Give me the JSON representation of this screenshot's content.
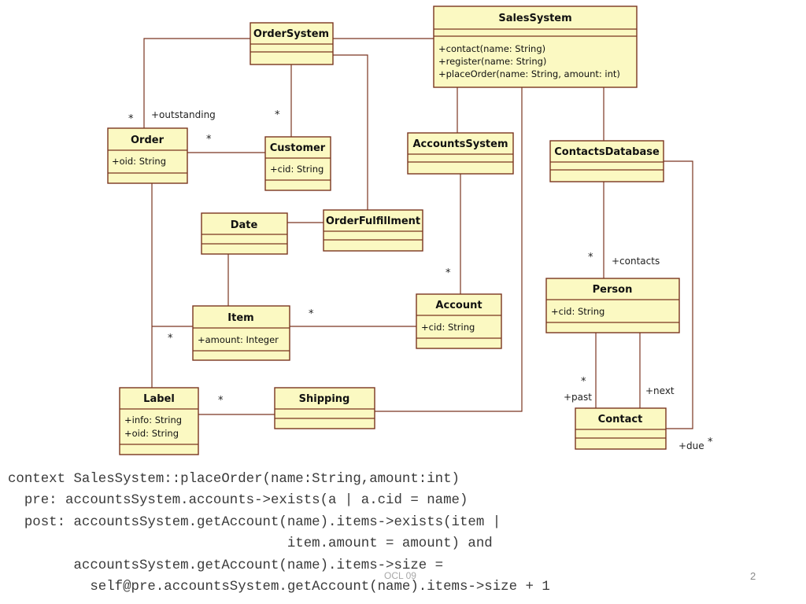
{
  "diagram": {
    "classes": {
      "sales_system": {
        "name": "SalesSystem",
        "attributes": [
          "+contact(name: String)",
          "+register(name: String)",
          "+placeOrder(name: String, amount: int)"
        ]
      },
      "order_system": {
        "name": "OrderSystem",
        "attributes": []
      },
      "order": {
        "name": "Order",
        "attributes": [
          "+oid: String"
        ]
      },
      "customer": {
        "name": "Customer",
        "attributes": [
          "+cid: String"
        ]
      },
      "accounts_system": {
        "name": "AccountsSystem",
        "attributes": []
      },
      "contacts_database": {
        "name": "ContactsDatabase",
        "attributes": []
      },
      "date": {
        "name": "Date",
        "attributes": []
      },
      "order_fulfillment": {
        "name": "OrderFulfillment",
        "attributes": []
      },
      "item": {
        "name": "Item",
        "attributes": [
          "+amount: Integer"
        ]
      },
      "account": {
        "name": "Account",
        "attributes": [
          "+cid: String"
        ]
      },
      "person": {
        "name": "Person",
        "attributes": [
          "+cid: String"
        ]
      },
      "label": {
        "name": "Label",
        "attributes": [
          "+info: String",
          "+oid: String"
        ]
      },
      "shipping": {
        "name": "Shipping",
        "attributes": []
      },
      "contact": {
        "name": "Contact",
        "attributes": []
      }
    },
    "labels": {
      "outstanding": "+outstanding",
      "contacts": "+contacts",
      "past": "+past",
      "next": "+next",
      "due": "+due",
      "many": "*"
    }
  },
  "ocl": {
    "lines": [
      "context SalesSystem::placeOrder(name:String,amount:int)",
      "  pre: accountsSystem.accounts->exists(a | a.cid = name)",
      "  post: accountsSystem.getAccount(name).items->exists(item |",
      "                                  item.amount = amount) and",
      "        accountsSystem.getAccount(name).items->size =",
      "          self@pre.accountsSystem.getAccount(name).items->size + 1"
    ]
  },
  "footer": {
    "text": "OCL 09",
    "page": "2"
  }
}
